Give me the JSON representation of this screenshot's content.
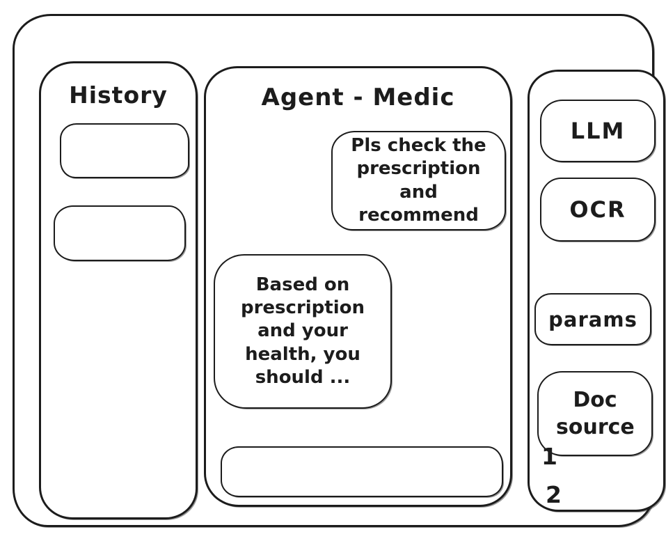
{
  "colors": {
    "stroke": "#1c1c1c",
    "background": "#ffffff"
  },
  "history_panel": {
    "title": "History",
    "items": [
      {
        "label": ""
      },
      {
        "label": ""
      }
    ]
  },
  "chat_panel": {
    "title": "Agent - Medic",
    "messages": [
      {
        "role": "user",
        "text": "Pls check the prescription and recommend"
      },
      {
        "role": "agent",
        "text": "Based on prescription and your health, you should ..."
      }
    ],
    "input": {
      "value": "",
      "placeholder": ""
    }
  },
  "tools_panel": {
    "tools": [
      {
        "id": "llm",
        "label": "LLM"
      },
      {
        "id": "ocr",
        "label": "OCR"
      },
      {
        "id": "params",
        "label": "params"
      },
      {
        "id": "doc-source",
        "label": "Doc source"
      }
    ],
    "doc_source_numbers": [
      "1",
      "2"
    ]
  }
}
